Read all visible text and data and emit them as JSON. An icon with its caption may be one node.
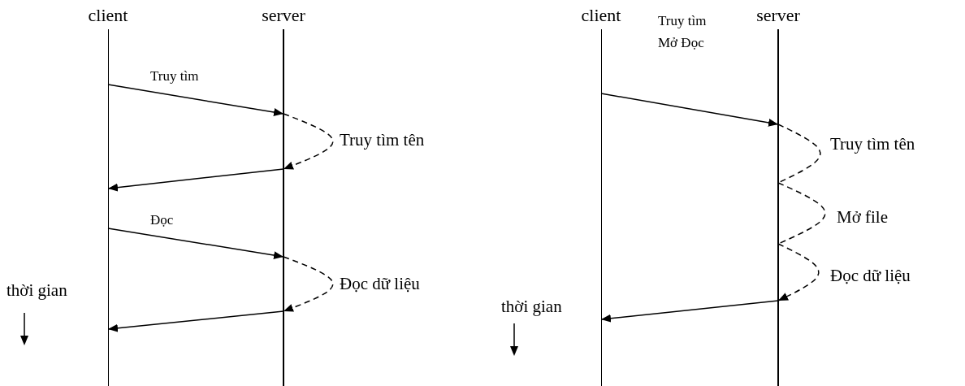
{
  "diagram": {
    "nodes": [
      {
        "text": [
          "client"
        ]
      },
      {
        "text": [
          "server"
        ]
      },
      {
        "text": [
          "client"
        ]
      },
      {
        "text": [
          "server"
        ]
      }
    ],
    "edges": [
      {
        "from": 0,
        "to": 1,
        "arrow": "to",
        "label": "Truy tìm"
      },
      {
        "from": 1,
        "to": 1,
        "arrow": "to",
        "style": "dashed",
        "label": "Truy tìm tên"
      },
      {
        "from": 1,
        "to": 0,
        "arrow": "to"
      },
      {
        "from": 0,
        "to": 1,
        "arrow": "to",
        "label": "Đọc"
      },
      {
        "from": 1,
        "to": 1,
        "arrow": "to",
        "style": "dashed",
        "label": "Đọc dữ liệu"
      },
      {
        "from": 1,
        "to": 0,
        "arrow": "to"
      },
      {
        "from": 2,
        "to": 3,
        "arrow": "to",
        "label": "Truy tìm Mở Đọc"
      },
      {
        "from": 3,
        "to": 3,
        "arrow": "none",
        "style": "dashed",
        "label": "Truy tìm tên"
      },
      {
        "from": 3,
        "to": 3,
        "arrow": "none",
        "style": "dashed",
        "label": "Mở file"
      },
      {
        "from": 3,
        "to": 3,
        "arrow": "to",
        "style": "dashed",
        "label": "Đọc dữ liệu"
      },
      {
        "from": 3,
        "to": 2,
        "arrow": "to"
      }
    ],
    "labels": [
      "thời gian",
      "thời gian"
    ]
  }
}
